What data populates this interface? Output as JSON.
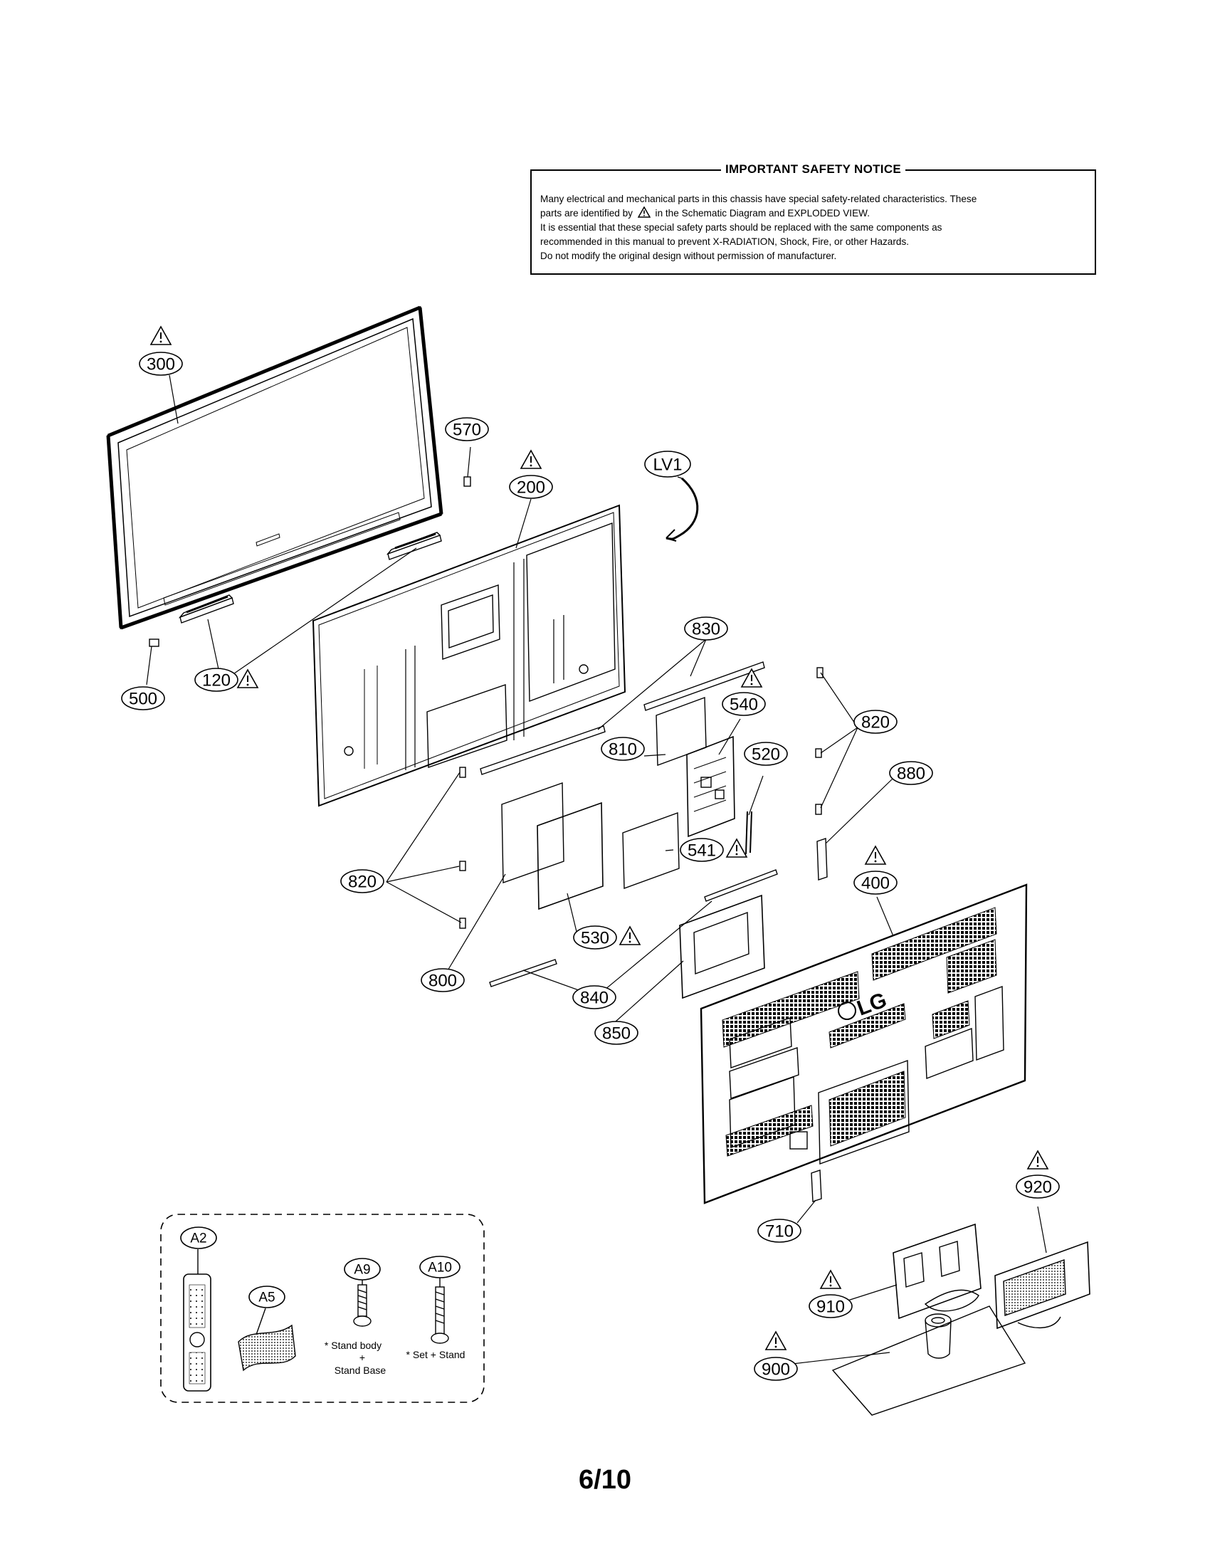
{
  "notice": {
    "title": "IMPORTANT SAFETY NOTICE",
    "line1": "Many electrical and mechanical parts in this chassis have special safety-related characteristics. These",
    "line2_pre": "parts are identified by",
    "line2_post": "in the Schematic Diagram and EXPLODED VIEW.",
    "line3": "It is essential that these special safety parts should be replaced with the same components as",
    "line4": "recommended in this manual to prevent X-RADIATION, Shock, Fire, or other Hazards.",
    "line5": "Do not modify the original design without permission of manufacturer."
  },
  "callouts": {
    "c300": "300",
    "c570": "570",
    "c200": "200",
    "lv1": "LV1",
    "c500": "500",
    "c120": "120",
    "c830": "830",
    "c540": "540",
    "c820a": "820",
    "c810": "810",
    "c520": "520",
    "c880": "880",
    "c820b": "820",
    "c541": "541",
    "c400": "400",
    "c530": "530",
    "c800": "800",
    "c840": "840",
    "c850": "850",
    "c710": "710",
    "c920": "920",
    "c910": "910",
    "c900": "900",
    "a2": "A2",
    "a5": "A5",
    "a9": "A9",
    "a10": "A10"
  },
  "warning_symbol": "!",
  "brand_logo": "LG",
  "accessories": {
    "a9_note_1": "* Stand body",
    "a9_note_2": "+",
    "a9_note_3": "Stand Base",
    "a10_note": "* Set + Stand"
  },
  "page_number": "6/10"
}
